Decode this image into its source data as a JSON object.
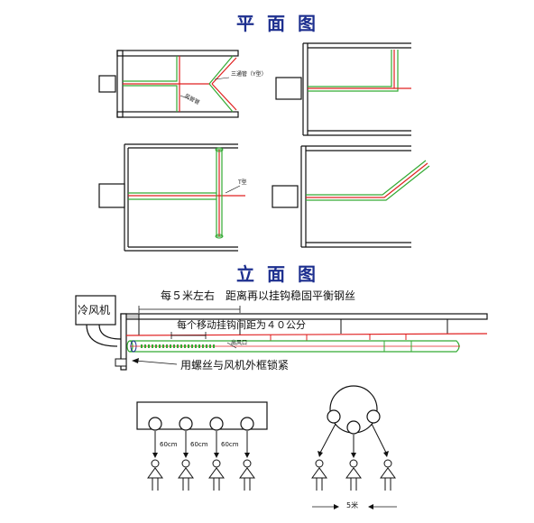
{
  "titles": {
    "plan": "平面图",
    "elevation": "立面图"
  },
  "plan_labels": {
    "y_fitting": "三通管（Y型）",
    "duct": "风管管",
    "t_fitting": "T型"
  },
  "elevation_labels": {
    "cooler": "冷风机",
    "spacing_5m": "每５米左右　距离再以挂钩稳固平衡钢丝",
    "hook_spacing": "每个移动挂钩间距为４０公分",
    "outlet": "出风口",
    "screw_note": "用螺丝与风机外框锁紧"
  },
  "people_labels": {
    "gap1": "60cm",
    "gap2": "60cm",
    "gap3": "60cm",
    "distance": "5米"
  },
  "colors": {
    "title": "#1d2f8f",
    "green": "#33aa33",
    "red": "#e02020",
    "line": "#111111"
  }
}
